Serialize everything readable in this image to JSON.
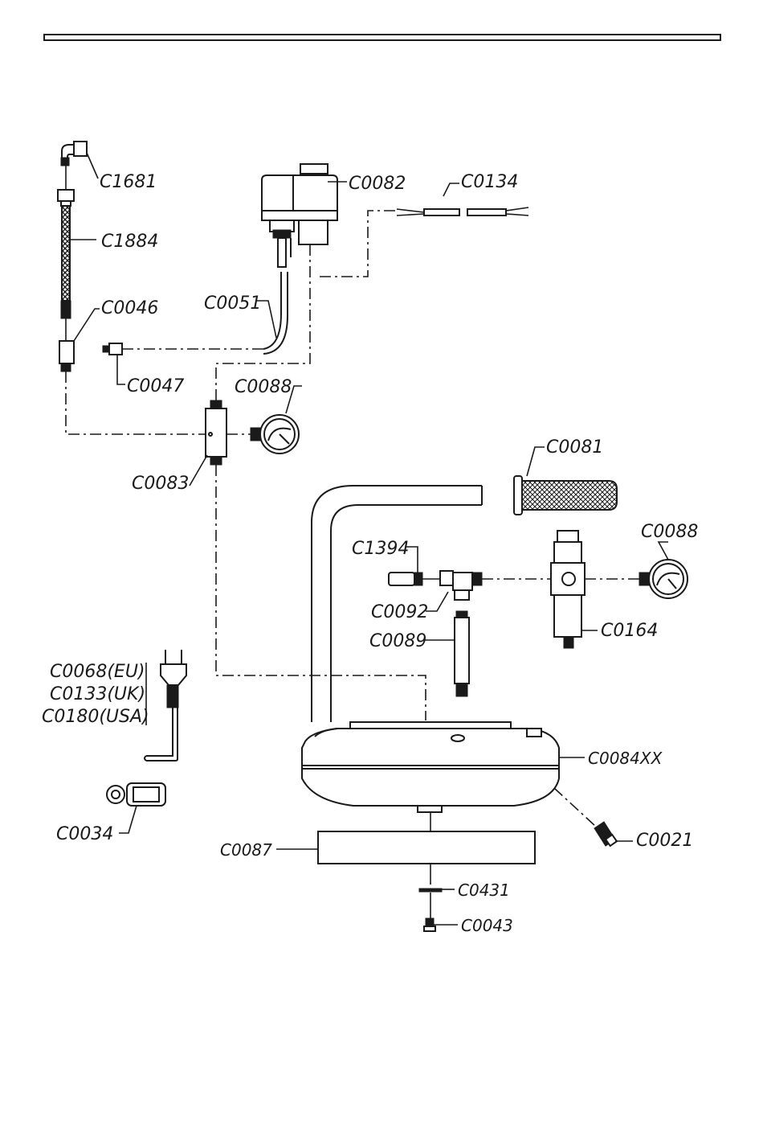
{
  "parts": {
    "c1681": "C1681",
    "c1884": "C1884",
    "c0046": "C0046",
    "c0047": "C0047",
    "c0082": "C0082",
    "c0134": "C0134",
    "c0051": "C0051",
    "c0088_top": "C0088",
    "c0083": "C0083",
    "c0081": "C0081",
    "c1394": "C1394",
    "c0088_right": "C0088",
    "c0092": "C0092",
    "c0089": "C0089",
    "c0164": "C0164",
    "c0068": "C0068(EU)",
    "c0133": "C0133(UK)",
    "c0180": "C0180(USA)",
    "c0084": "C0084XX",
    "c0034": "C0034",
    "c0087": "C0087",
    "c0021": "C0021",
    "c0431": "C0431",
    "c0043": "C0043"
  },
  "colors": {
    "ink": "#1a1a1a",
    "paper": "#ffffff"
  }
}
